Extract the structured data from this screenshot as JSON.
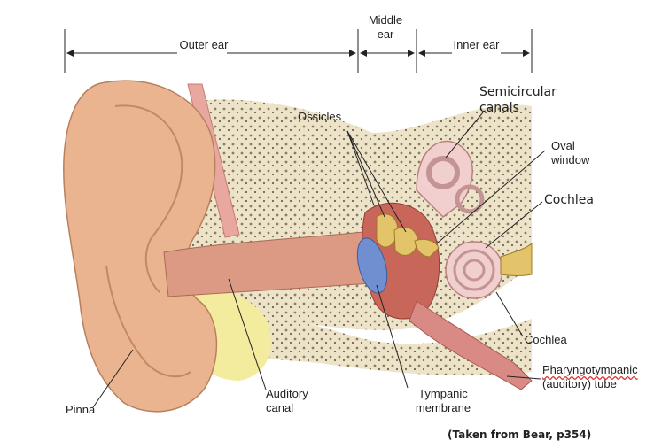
{
  "labels": {
    "outer_ear": "Outer ear",
    "middle_ear": "Middle ear",
    "inner_ear": "Inner ear",
    "ossicles": "Ossicles",
    "semicircular_canals": "Semicircular canals",
    "oval_window": "Oval window",
    "cochlea_upper": "Cochlea",
    "cochlea_lower": "Cochlea",
    "pinna": "Pinna",
    "auditory_canal": "Auditory canal",
    "tympanic_membrane": "Tympanic membrane",
    "pharyngotympanic": "Pharyngotympanic",
    "auditory_tube": "(auditory) tube"
  },
  "citation": "(Taken from Bear, p354)",
  "colors": {
    "skin": "#e9b48f",
    "bone": "#ece3c9",
    "fat": "#f3ec9e",
    "eardrum": "#6f8fd0",
    "middle_ear_cavity": "#c9665a",
    "inner_ear": "#f2cfcf",
    "nerve": "#e4c46a"
  }
}
